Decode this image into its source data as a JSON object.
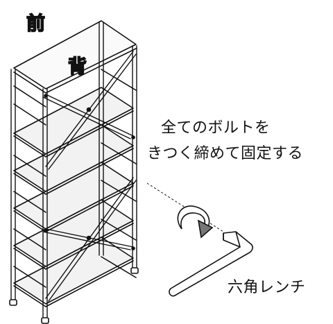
{
  "labels": {
    "front": "前",
    "back": "背",
    "instruction_line1": "全てのボルトを",
    "instruction_line2": "きつく締めて固定する",
    "wrench": "六角レンチ"
  },
  "icons": [
    "shelf-unit-illustration",
    "rotation-arrow-icon",
    "hex-wrench-icon"
  ],
  "colors": {
    "line": "#111111",
    "fill": "#ffffff",
    "shelf_fill": "#f2f2f2"
  }
}
